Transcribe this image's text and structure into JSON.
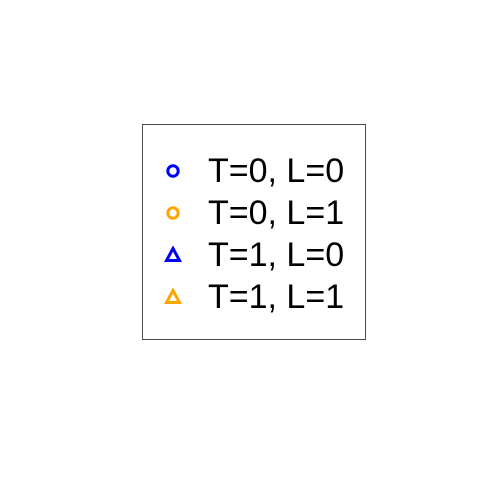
{
  "chart_data": {
    "type": "scatter",
    "title": "",
    "xlabel": "",
    "ylabel": "",
    "legend_placement": "center",
    "series": [
      {
        "name": "T=0, L=0",
        "marker": "circle",
        "color": "#0000ff"
      },
      {
        "name": "T=0, L=1",
        "marker": "circle",
        "color": "#ffa500"
      },
      {
        "name": "T=1, L=0",
        "marker": "triangle",
        "color": "#0000ff"
      },
      {
        "name": "T=1, L=1",
        "marker": "triangle",
        "color": "#ffa500"
      }
    ]
  }
}
